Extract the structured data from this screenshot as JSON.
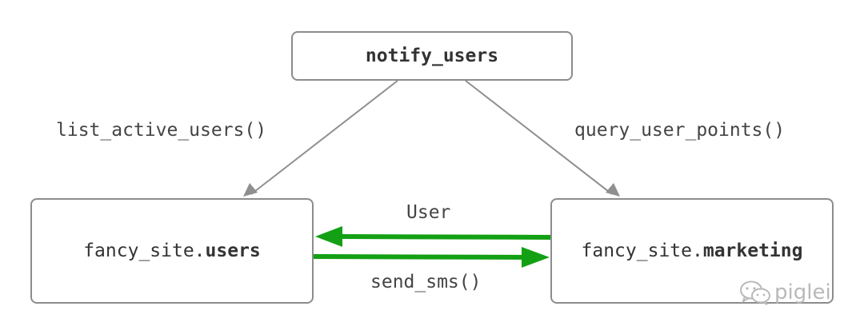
{
  "nodes": {
    "top": {
      "name": "notify_users"
    },
    "left": {
      "prefix": "fancy_site.",
      "name": "users"
    },
    "right": {
      "prefix": "fancy_site.",
      "name": "marketing"
    }
  },
  "edges": {
    "top_to_left": "list_active_users()",
    "top_to_right": "query_user_points()",
    "right_to_left": "User",
    "left_to_right": "send_sms()"
  },
  "colors": {
    "box_border": "#8c8c8c",
    "gray_arrow": "#8f8f8f",
    "green_arrow": "#14a014"
  },
  "watermark": {
    "icon": "wechat-icon",
    "text": "piglei"
  }
}
